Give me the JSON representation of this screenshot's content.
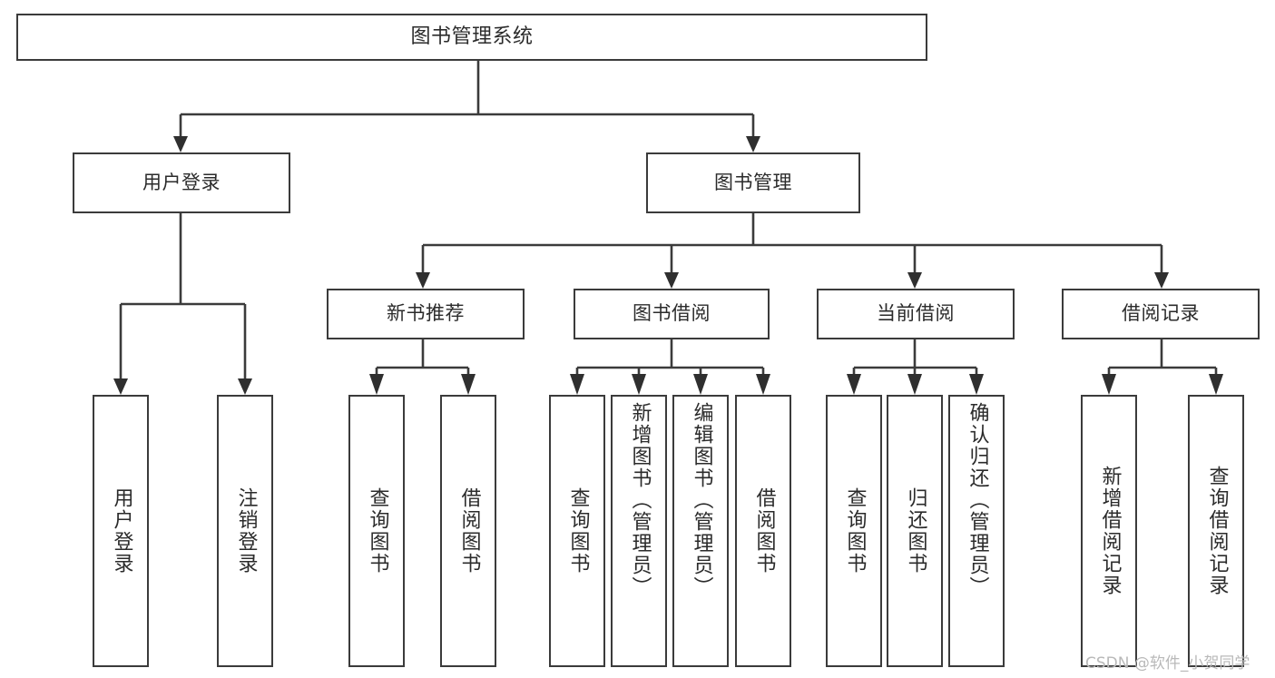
{
  "diagram": {
    "type": "tree",
    "title": "图书管理系统",
    "orientation": "top-down",
    "colors": {
      "box_border": "#3b3b3b",
      "box_fill": "#ffffff",
      "connector": "#3b3b3b",
      "text": "#2b2b2b",
      "watermark": "#b9b9b9",
      "page_background": "#ffffff"
    }
  },
  "root": {
    "label": "图书管理系统"
  },
  "level2": [
    {
      "label": "用户登录"
    },
    {
      "label": "图书管理"
    }
  ],
  "level3": [
    {
      "label": "新书推荐"
    },
    {
      "label": "图书借阅"
    },
    {
      "label": "当前借阅"
    },
    {
      "label": "借阅记录"
    }
  ],
  "leaves": {
    "user_login": [
      {
        "label": "用户登录"
      },
      {
        "label": "注销登录"
      }
    ],
    "new_book_recommend": [
      {
        "label": "查询图书"
      },
      {
        "label": "借阅图书"
      }
    ],
    "book_borrow": [
      {
        "label": "查询图书"
      },
      {
        "label": "新增图书（管理员）"
      },
      {
        "label": "编辑图书（管理员）"
      },
      {
        "label": "借阅图书"
      }
    ],
    "current_borrow": [
      {
        "label": "查询图书"
      },
      {
        "label": "归还图书"
      },
      {
        "label": "确认归还（管理员）"
      }
    ],
    "borrow_record": [
      {
        "label": "新增借阅记录"
      },
      {
        "label": "查询借阅记录"
      }
    ]
  },
  "watermark": {
    "text": "CSDN @软件_小贺同学"
  }
}
